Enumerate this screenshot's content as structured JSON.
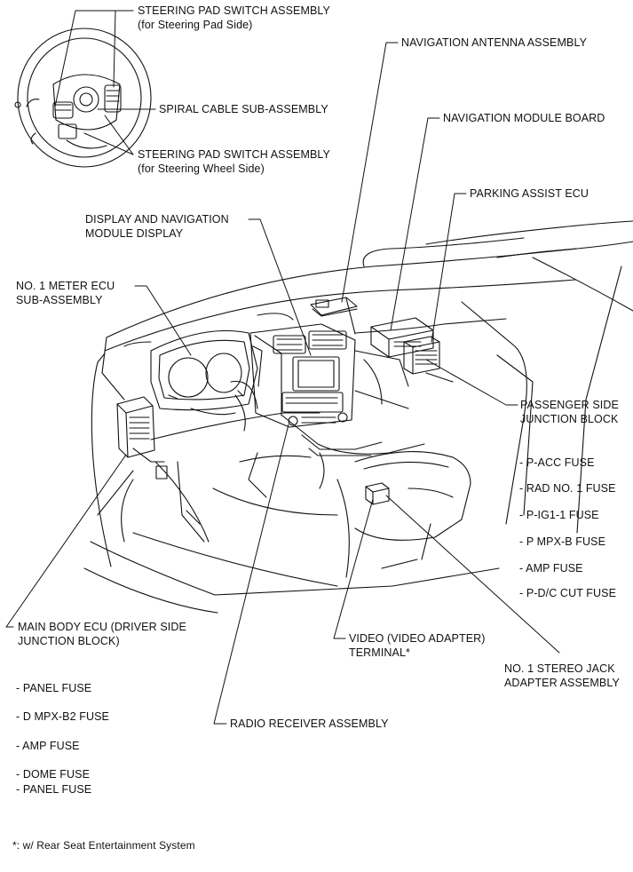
{
  "labels": {
    "steering_pad_switch_pad": {
      "line1": "STEERING PAD SWITCH ASSEMBLY",
      "line2": "(for Steering Pad Side)"
    },
    "spiral_cable": {
      "line1": "SPIRAL CABLE SUB-ASSEMBLY"
    },
    "steering_pad_switch_wheel": {
      "line1": "STEERING PAD SWITCH ASSEMBLY",
      "line2": "(for Steering Wheel Side)"
    },
    "navigation_antenna": {
      "line1": "NAVIGATION ANTENNA ASSEMBLY"
    },
    "navigation_module_board": {
      "line1": "NAVIGATION MODULE BOARD"
    },
    "parking_assist_ecu": {
      "line1": "PARKING ASSIST ECU"
    },
    "display_navigation": {
      "line1": "DISPLAY AND NAVIGATION",
      "line2": "MODULE DISPLAY"
    },
    "meter_ecu": {
      "line1": "NO. 1 METER ECU",
      "line2": "SUB-ASSEMBLY"
    },
    "passenger_junction": {
      "line1": "PASSENGER SIDE",
      "line2": "JUNCTION BLOCK"
    },
    "main_body_ecu": {
      "line1": "MAIN BODY ECU (DRIVER SIDE",
      "line2": "JUNCTION BLOCK)"
    },
    "video_terminal": {
      "line1": "VIDEO (VIDEO ADAPTER)",
      "line2": "TERMINAL*"
    },
    "stereo_jack": {
      "line1": "NO. 1 STEREO JACK",
      "line2": "ADAPTER ASSEMBLY"
    },
    "radio_receiver": {
      "line1": "RADIO RECEIVER ASSEMBLY"
    }
  },
  "passenger_fuses": [
    "- P-ACC FUSE",
    "- RAD NO. 1 FUSE",
    "- P-IG1-1 FUSE",
    "- P MPX-B FUSE",
    "- AMP FUSE",
    "- P-D/C CUT FUSE"
  ],
  "driver_fuses": [
    "- PANEL FUSE",
    "- D MPX-B2 FUSE",
    "- AMP FUSE",
    "- DOME FUSE",
    "- PANEL FUSE"
  ],
  "footnote": "*: w/ Rear Seat Entertainment System"
}
